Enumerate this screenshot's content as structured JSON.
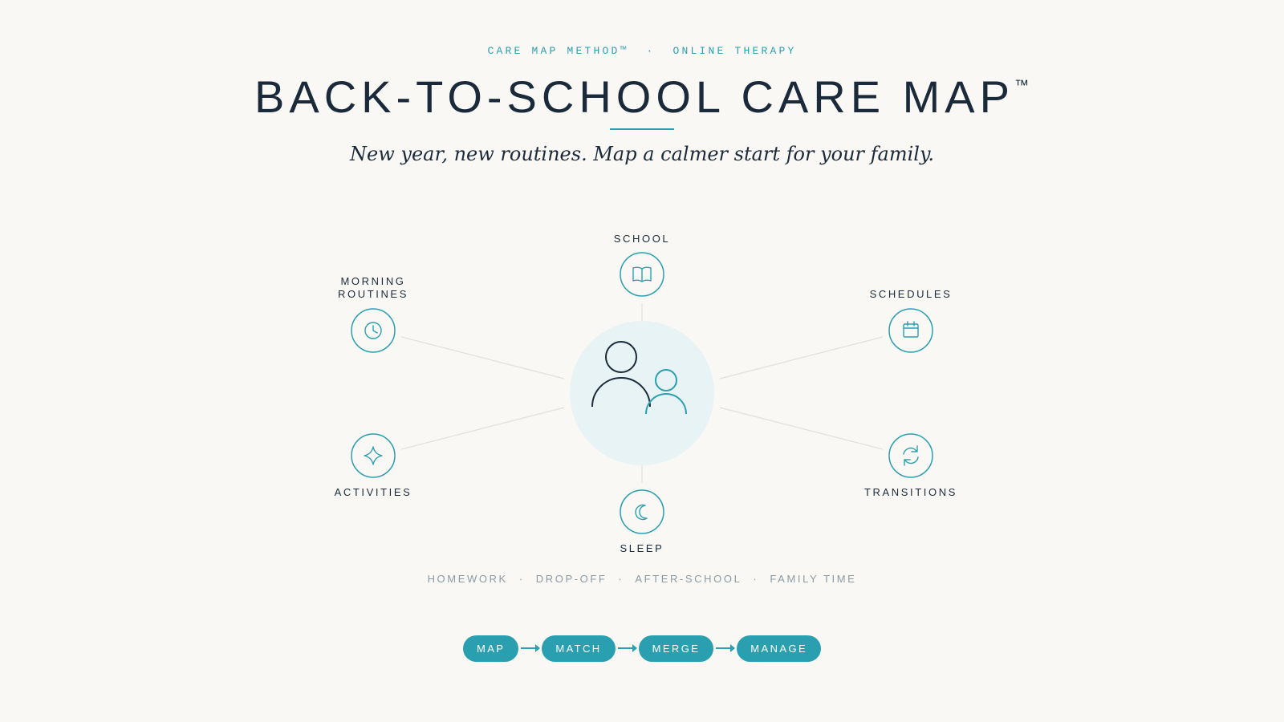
{
  "header": {
    "eyebrow_left": "CARE MAP METHOD™",
    "eyebrow_sep": "·",
    "eyebrow_right": "ONLINE THERAPY",
    "title": "BACK-TO-SCHOOL CARE MAP",
    "title_mark": "™",
    "subtitle": "New year, new routines. Map a calmer start for your family."
  },
  "diagram": {
    "center_icon": "family-icon",
    "nodes": {
      "school": {
        "label": "SCHOOL",
        "icon": "book-icon"
      },
      "morning": {
        "label_line1": "MORNING",
        "label_line2": "ROUTINES",
        "icon": "clock-icon"
      },
      "schedules": {
        "label": "SCHEDULES",
        "icon": "calendar-icon"
      },
      "activities": {
        "label": "ACTIVITIES",
        "icon": "sparkle-icon"
      },
      "transitions": {
        "label": "TRANSITIONS",
        "icon": "refresh-icon"
      },
      "sleep": {
        "label": "SLEEP",
        "icon": "moon-icon"
      }
    }
  },
  "tags": {
    "items": [
      "HOMEWORK",
      "DROP-OFF",
      "AFTER-SCHOOL",
      "FAMILY TIME"
    ],
    "sep": "·"
  },
  "steps": {
    "items": [
      "MAP",
      "MATCH",
      "MERGE",
      "MANAGE"
    ]
  },
  "colors": {
    "accent": "#2a9fb0",
    "ink": "#1b2a3a",
    "background": "#f9f8f4",
    "center_fill": "#e8f3f5",
    "muted": "#8d9aa4"
  }
}
